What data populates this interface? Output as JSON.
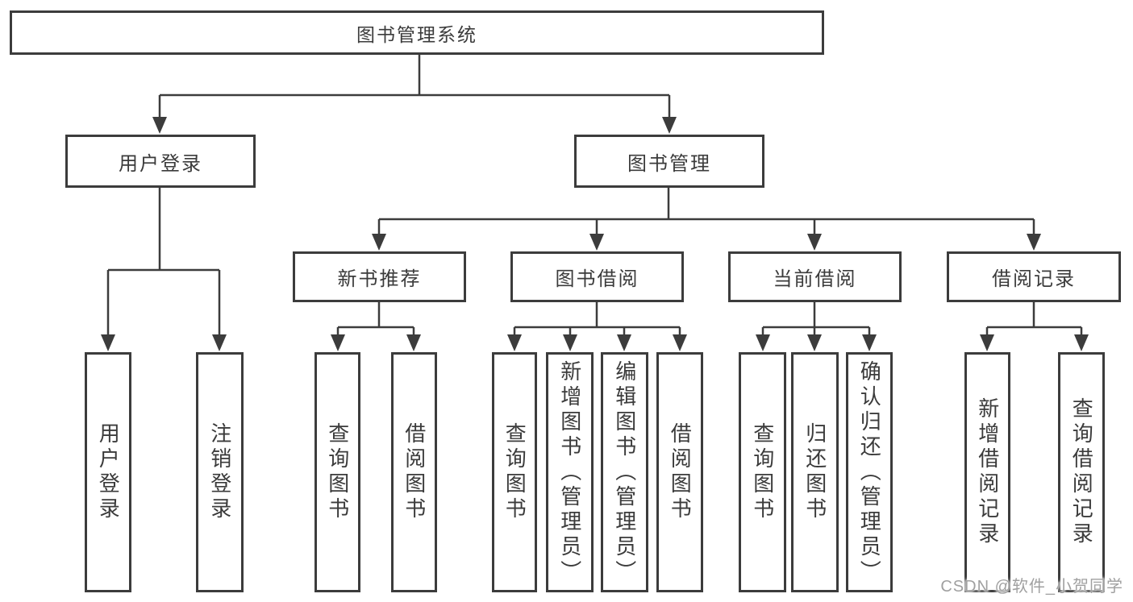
{
  "diagram_type": "functional-structure-tree",
  "colors": {
    "background": "#ffffff",
    "line": "#3c3c3c",
    "box_border": "#3c3c3c",
    "text": "#3b3b3b",
    "watermark": "#a0a0a0"
  },
  "tree": {
    "root": {
      "label": "图书管理系统"
    },
    "branches": [
      {
        "label": "用户登录",
        "children": [
          {
            "label": "用户登录"
          },
          {
            "label": "注销登录"
          }
        ]
      },
      {
        "label": "图书管理",
        "children": [
          {
            "label": "新书推荐",
            "children": [
              {
                "label": "查询图书"
              },
              {
                "label": "借阅图书"
              }
            ]
          },
          {
            "label": "图书借阅",
            "children": [
              {
                "label": "查询图书"
              },
              {
                "label": "新增图书（管理员）"
              },
              {
                "label": "编辑图书（管理员）"
              },
              {
                "label": "借阅图书"
              }
            ]
          },
          {
            "label": "当前借阅",
            "children": [
              {
                "label": "查询图书"
              },
              {
                "label": "归还图书"
              },
              {
                "label": "确认归还（管理员）"
              }
            ]
          },
          {
            "label": "借阅记录",
            "children": [
              {
                "label": "新增借阅记录"
              },
              {
                "label": "查询借阅记录"
              }
            ]
          }
        ]
      }
    ]
  },
  "watermark": {
    "text": "CSDN @软件_小贺同学"
  }
}
